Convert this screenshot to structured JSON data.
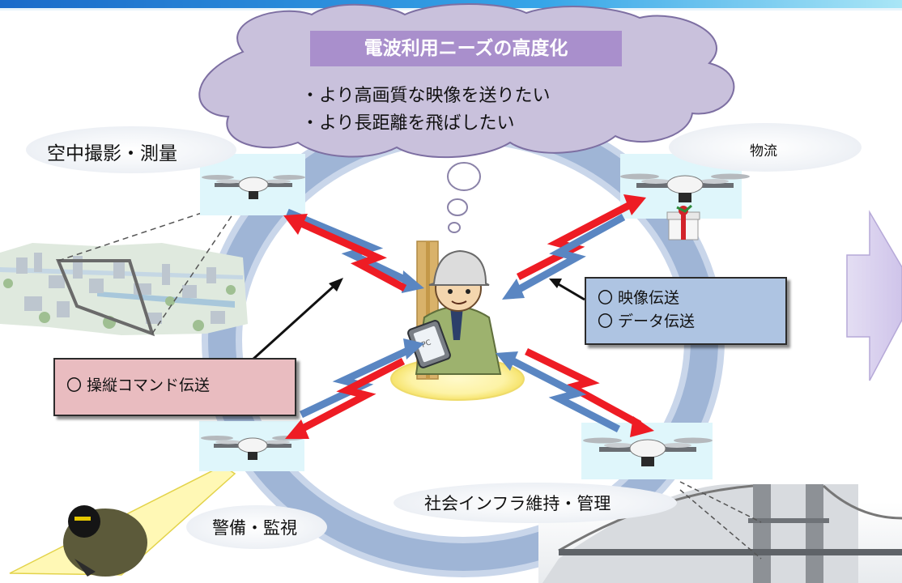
{
  "cloud": {
    "title": "電波利用ニーズの高度化",
    "bullets": [
      "・より高画質な映像を送りたい",
      "・より長距離を飛ばしたい"
    ]
  },
  "labels": {
    "aerial": "空中撮影・測量",
    "logistics": "物流",
    "security": "警備・監視",
    "infrastructure": "社会インフラ維持・管理"
  },
  "boxes": {
    "control": "〇 操縦コマンド伝送",
    "video": "〇 映像伝送",
    "data": "〇 データ伝送"
  },
  "tablet_label": "PC",
  "colors": {
    "cloud_fill": "#c9c1dc",
    "title_band": "#a98fcc",
    "ring": "#9fb5d6",
    "arrow_red": "#ee1c24",
    "arrow_blue": "#5a86c2",
    "control_box": "#e9bcc0",
    "transfer_box": "#aec4e2",
    "big_arrow": "#d9d2ee"
  }
}
